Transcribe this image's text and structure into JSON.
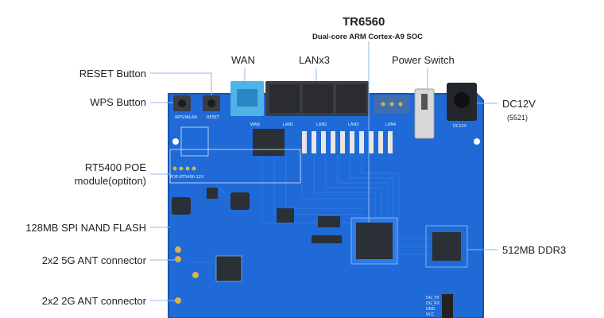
{
  "soc": {
    "name": "TR6560",
    "description": "Dual-core ARM Cortex-A9 SOC"
  },
  "callouts": {
    "reset_button": "RESET Button",
    "wps_button": "WPS Button",
    "poe_module_line1": "RT5400 POE",
    "poe_module_line2": "module(optiton)",
    "nand_flash": "128MB SPI NAND FLASH",
    "ant_5g": "2x2 5G ANT connector",
    "ant_2g": "2x2 2G ANT connector",
    "wan": "WAN",
    "lan": "LANx3",
    "power_switch": "Power Switch",
    "dc_in": "DC12V",
    "dc_in_spec": "(5521)",
    "ddr": "512MB DDR3"
  },
  "silkscreen": {
    "wps_wlan": "WPS/WLAN",
    "reset": "RESET",
    "wan": "WAN",
    "lan1": "LAN1",
    "lan2": "LAN2",
    "lan3": "LAN3",
    "lan4": "LAN4",
    "dc12v": "DC12V",
    "poe": "POE-RT5400-12V",
    "debug_tx": "DG_TX",
    "debug_rx": "DG_RX",
    "debug_gnd": "GND",
    "debug_vcc": "VCC"
  },
  "colors": {
    "board": "#1f6ad6",
    "board_edge": "#1555b5",
    "trace": "#2a78e6",
    "chip": "#2b2f36",
    "port": "#3a3d42",
    "wan_port": "#4fb3e8",
    "callout_line": "#8fb9e8"
  }
}
